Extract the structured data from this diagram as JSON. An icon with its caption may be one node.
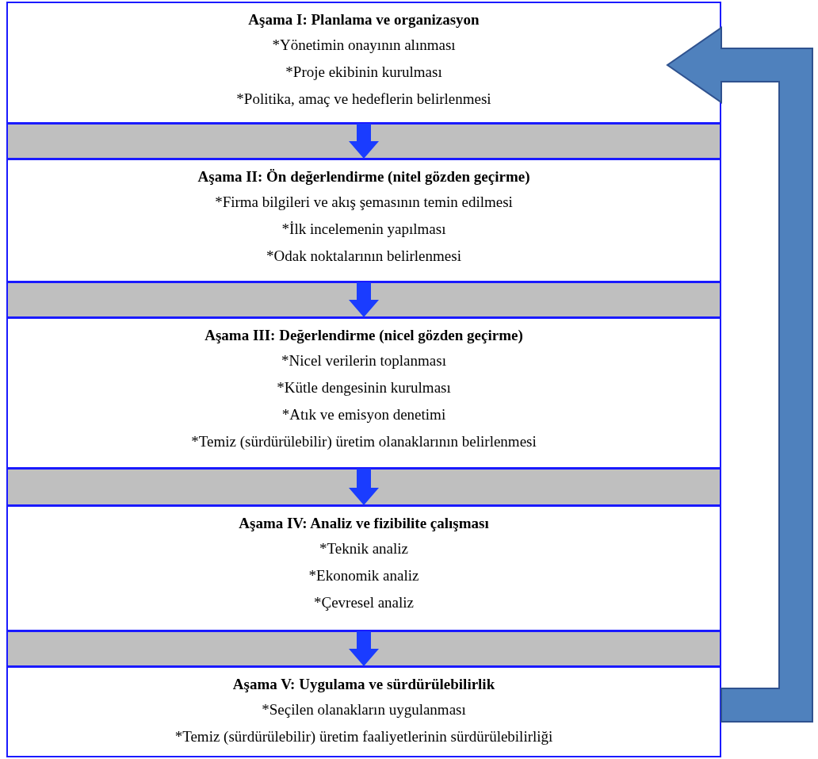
{
  "diagram": {
    "nodes": [
      {
        "text": [
          "Aşama I: Planlama ve organizasyon",
          "*Yönetimin onayının alınması",
          "*Proje ekibinin kurulması",
          "*Politika, amaç ve hedeflerin belirlenmesi"
        ]
      },
      {
        "text": [
          "Aşama II: Ön değerlendirme (nitel gözden geçirme)",
          "*Firma bilgileri ve akış şemasının temin edilmesi",
          "*İlk incelemenin yapılması",
          "*Odak noktalarının belirlenmesi"
        ]
      },
      {
        "text": [
          "Aşama III: Değerlendirme (nicel gözden geçirme)",
          "*Nicel verilerin toplanması",
          "*Kütle dengesinin kurulması",
          "*Atık ve emisyon denetimi",
          "*Temiz (sürdürülebilir) üretim olanaklarının belirlenmesi"
        ]
      },
      {
        "text": [
          "Aşama IV: Analiz ve fizibilite çalışması",
          "*Teknik analiz",
          "*Ekonomik analiz",
          "*Çevresel analiz"
        ]
      },
      {
        "text": [
          "Aşama V: Uygulama ve sürdürülebilirlik",
          "*Seçilen olanakların uygulanması",
          "*Temiz (sürdürülebilir) üretim faaliyetlerinin sürdürülebilirliği"
        ]
      }
    ],
    "edges": [
      {
        "from": 0,
        "to": 1,
        "arrow": "to"
      },
      {
        "from": 1,
        "to": 2,
        "arrow": "to"
      },
      {
        "from": 2,
        "to": 3,
        "arrow": "to"
      },
      {
        "from": 3,
        "to": 4,
        "arrow": "to"
      },
      {
        "from": 4,
        "to": 0,
        "arrow": "to",
        "style": "thick",
        "color": "#4f81bd"
      }
    ]
  }
}
